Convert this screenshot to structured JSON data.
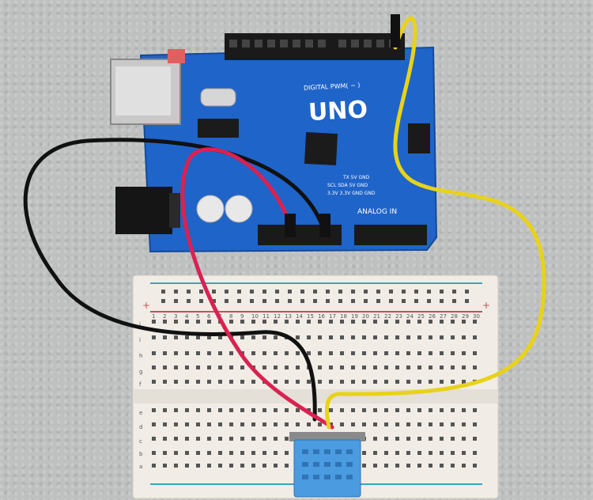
{
  "board": {
    "model_label": "UNO",
    "digital_label": "DIGITAL PWM( ~ )",
    "analog_label": "ANALOG IN",
    "power_top": "TX  5V  GND",
    "power_mid": "SCL  SDA  5V  GND",
    "power_bot": "3.3V 3.3V GND GND",
    "color": "#1f64c8"
  },
  "breadboard": {
    "rail_plus": "+",
    "rail_minus": "-",
    "row_letters_top": [
      "j",
      "i",
      "h",
      "g",
      "f"
    ],
    "row_letters_bottom": [
      "e",
      "d",
      "c",
      "b",
      "a"
    ],
    "column_numbers": [
      "1",
      "2",
      "3",
      "4",
      "5",
      "6",
      "7",
      "8",
      "9",
      "10",
      "11",
      "12",
      "13",
      "14",
      "15",
      "16",
      "17",
      "18",
      "19",
      "20",
      "21",
      "22",
      "23",
      "24",
      "25",
      "26",
      "27",
      "28",
      "29",
      "30"
    ]
  },
  "wires": [
    {
      "name": "red-wire",
      "color": "#d92252"
    },
    {
      "name": "black-wire",
      "color": "#111111"
    },
    {
      "name": "yellow-wire",
      "color": "#e8d21a"
    }
  ],
  "sensor": {
    "color": "#4a9be0"
  }
}
